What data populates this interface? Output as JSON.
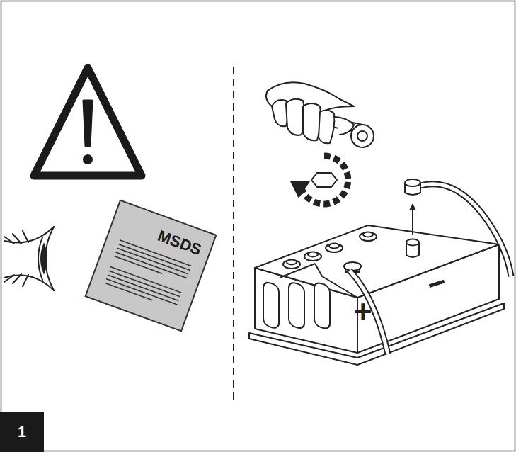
{
  "diagram": {
    "nodes": [
      {
        "text": [
          "MSDS"
        ]
      },
      {
        "text": [
          "1"
        ]
      }
    ],
    "labels": [
      "+",
      "−"
    ]
  }
}
